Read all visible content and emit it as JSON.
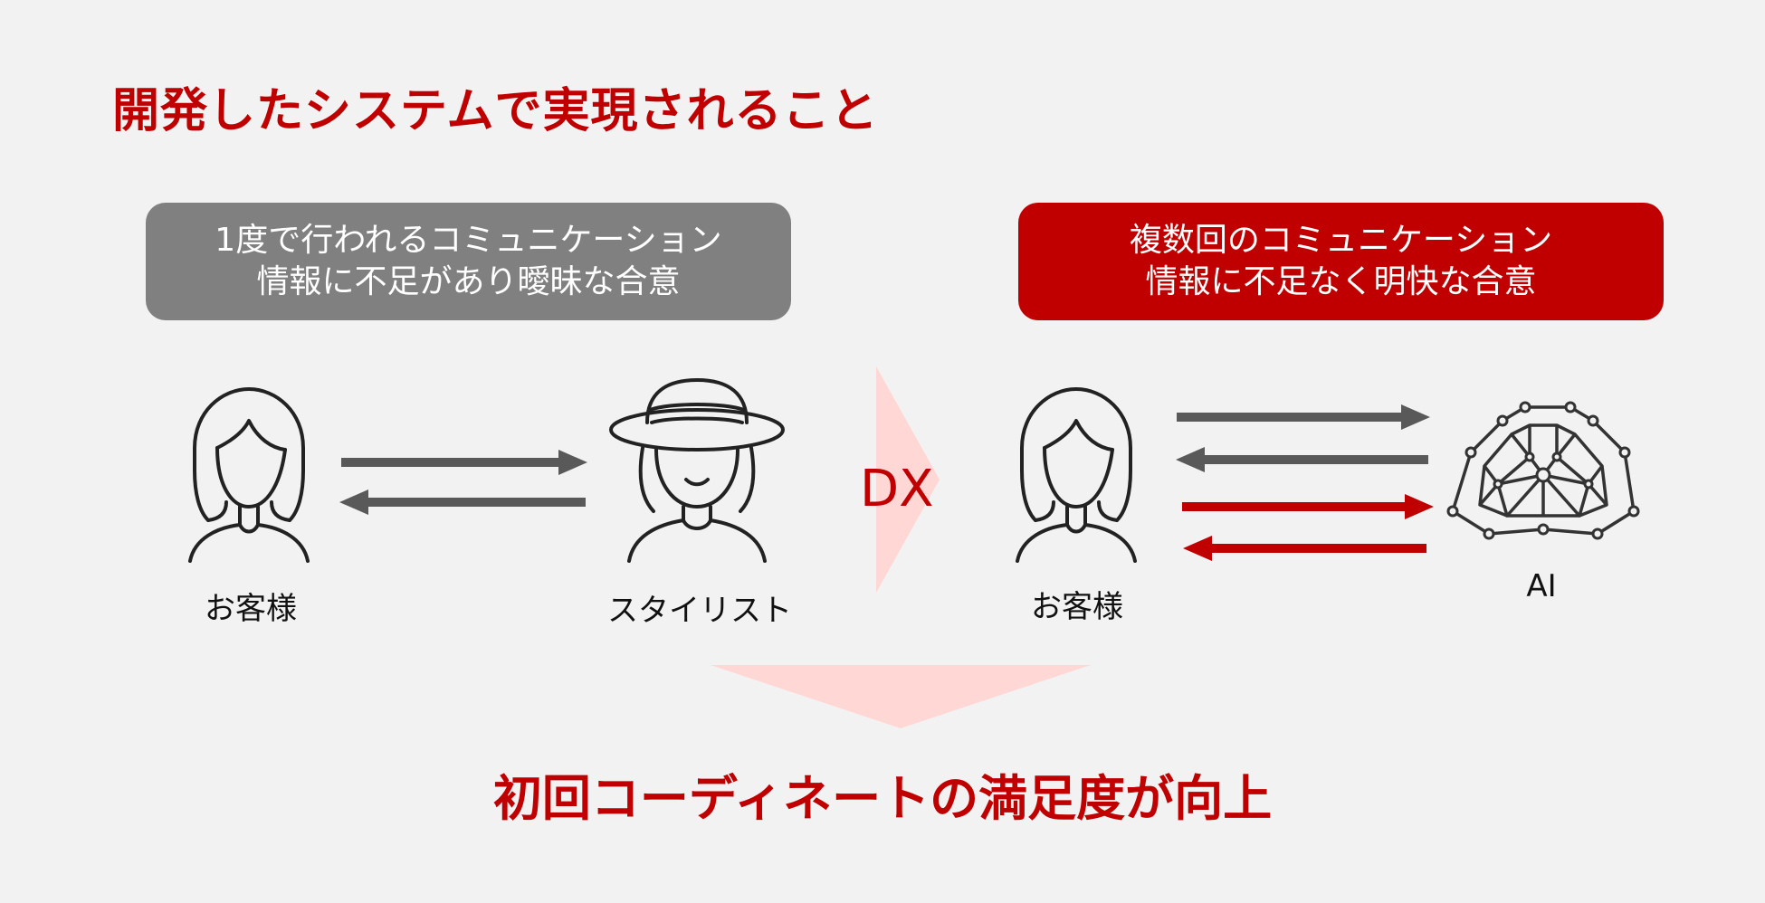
{
  "title": "開発したシステムで実現されること",
  "before": {
    "box_line1": "1度で行われるコミュニケーション",
    "box_line2": "情報に不足があり曖昧な合意",
    "customer_label": "お客様",
    "stylist_label": "スタイリスト",
    "box_color": "#808080"
  },
  "transition": {
    "label": "DX",
    "color": "#c00000",
    "chevron_color": "#ffd7d5"
  },
  "after": {
    "box_line1": "複数回のコミュニケーション",
    "box_line2": "情報に不足なく明快な合意",
    "customer_label": "お客様",
    "ai_label": "AI",
    "box_color": "#c00000"
  },
  "result": {
    "text": "初回コーディネートの満足度が向上"
  },
  "colors": {
    "accent": "#c00000",
    "gray_arrow": "#595959",
    "red_arrow": "#c00000",
    "background": "#f2f2f2"
  }
}
